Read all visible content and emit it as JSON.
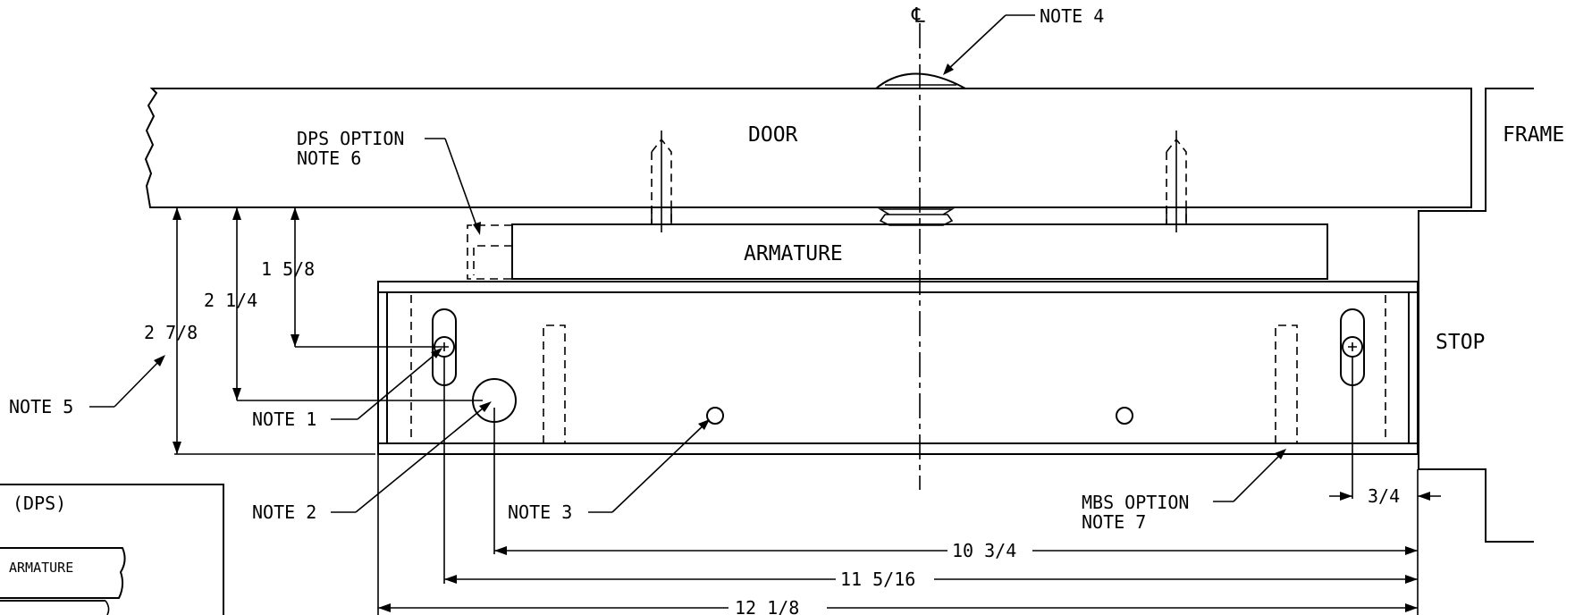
{
  "labels": {
    "centerline": "℄",
    "note4": "NOTE 4",
    "door": "DOOR",
    "frame": "FRAME",
    "armature": "ARMATURE",
    "stop": "STOP",
    "dps_option": "DPS OPTION",
    "note6": "NOTE 6",
    "note5": "NOTE 5",
    "note1": "NOTE 1",
    "note2": "NOTE 2",
    "note3": "NOTE 3",
    "mbs_option": "MBS OPTION",
    "note7": "NOTE 7"
  },
  "dimensions": {
    "d_1_5_8": "1 5/8",
    "d_2_1_4": "2 1/4",
    "d_2_7_8": "2 7/8",
    "d_3_4": "3/4",
    "d_10_3_4": "10 3/4",
    "d_11_5_16": "11 5/16",
    "d_12_1_8": "12 1/8"
  },
  "inset": {
    "title": "(DPS)",
    "armature": "ARMATURE"
  }
}
